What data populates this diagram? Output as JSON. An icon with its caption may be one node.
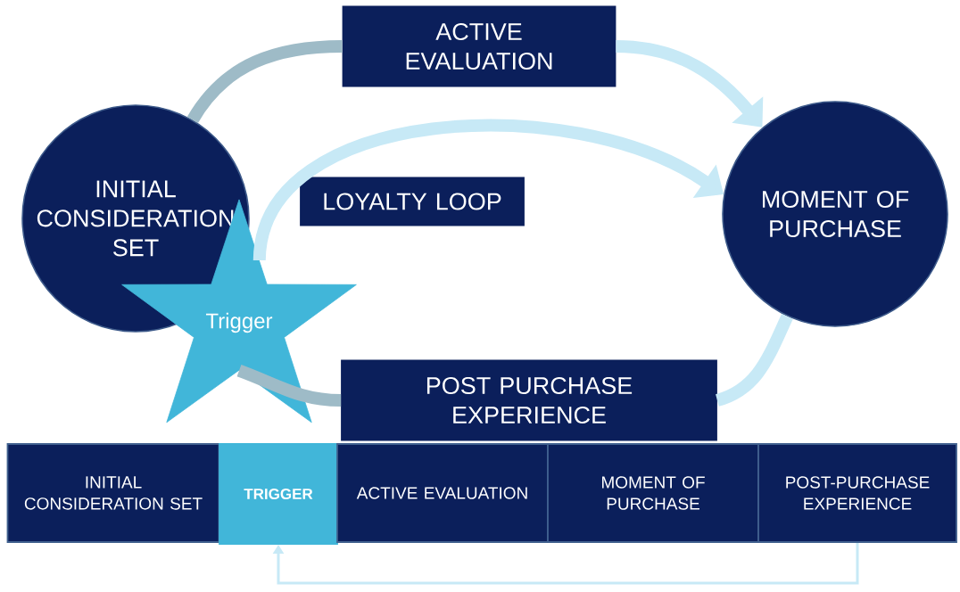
{
  "diagram": {
    "nodes": [
      {
        "text": [
          "INITIAL CONSIDERATION SET"
        ]
      },
      {
        "text": [
          "ACTIVE EVALUATION"
        ]
      },
      {
        "text": [
          "MOMENT OF PURCHASE"
        ]
      },
      {
        "text": [
          "LOYALTY LOOP"
        ]
      },
      {
        "text": [
          "Trigger"
        ]
      },
      {
        "text": [
          "POST PURCHASE EXPERIENCE"
        ]
      },
      {
        "text": [
          "INITIAL CONSIDERATION SET"
        ]
      },
      {
        "text": [
          "TRIGGER"
        ]
      },
      {
        "text": [
          "ACTIVE EVALUATION"
        ]
      },
      {
        "text": [
          "MOMENT OF PURCHASE"
        ]
      },
      {
        "text": [
          "POST-PURCHASE EXPERIENCE"
        ]
      }
    ],
    "edges": [
      {
        "from": 0,
        "to": 1,
        "arrow": "none",
        "color": "#9ebbc7"
      },
      {
        "from": 1,
        "to": 2,
        "arrow": "to"
      },
      {
        "from": 2,
        "to": 5,
        "arrow": "none"
      },
      {
        "from": 5,
        "to": 4,
        "arrow": "none",
        "color": "#9ebbc7"
      },
      {
        "from": 4,
        "to": 2,
        "arrow": "to"
      },
      {
        "from": 10,
        "to": 7,
        "arrow": "to"
      }
    ]
  }
}
